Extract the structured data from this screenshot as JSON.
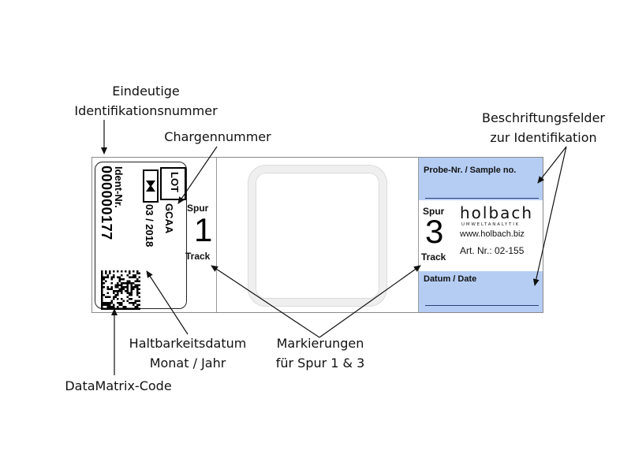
{
  "annotations": {
    "ident_line1": "Eindeutige",
    "ident_line2": "Identifikationsnummer",
    "charge": "Chargennummer",
    "fields_line1": "Beschriftungsfelder",
    "fields_line2": "zur Identifikation",
    "expiry_line1": "Haltbarkeitsdatum",
    "expiry_line2": "Monat / Jahr",
    "marks_line1": "Markierungen",
    "marks_line2": "für Spur 1 & 3",
    "datamatrix": "DataMatrix-Code"
  },
  "label": {
    "ident_label": "Ident-Nr.",
    "ident_number": "000000177",
    "lot_label": "LOT",
    "lot_value": "GCAA",
    "expiry_date": "03 / 2018"
  },
  "track1": {
    "spur": "Spur",
    "number": "1",
    "track": "Track"
  },
  "track3": {
    "spur": "Spur",
    "number": "3",
    "track": "Track"
  },
  "fields": {
    "sample_label": "Probe-Nr. / Sample no.",
    "date_label": "Datum / Date"
  },
  "brand": {
    "name": "holbach",
    "sub": "UMWELTANALYTIK",
    "url": "www.holbach.biz",
    "article": "Art. Nr.: 02-155"
  },
  "colors": {
    "field_blue": "#b5cdf3",
    "line_dark": "#2a3f7a"
  }
}
